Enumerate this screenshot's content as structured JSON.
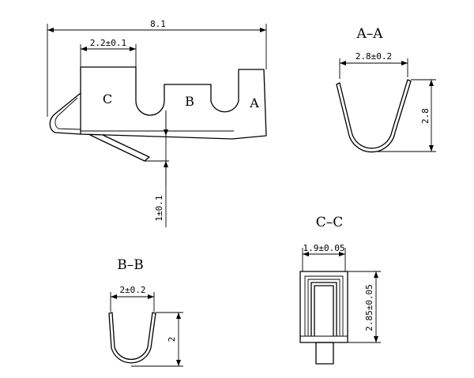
{
  "side_view": {
    "overall_length": "8.1",
    "section_c_width": "2.2±0.1",
    "offset": "1±0.1",
    "label_a": "A",
    "label_b": "B",
    "label_c": "C"
  },
  "section_aa": {
    "title": "A–A",
    "width": "2.8±0.2",
    "height": "2.8"
  },
  "section_bb": {
    "title": "B–B",
    "width": "2±0.2",
    "height": "2"
  },
  "section_cc": {
    "title": "C–C",
    "width": "1.9±0.05",
    "height": "2.85±0.05"
  },
  "colors": {
    "line": "#000000",
    "background": "#ffffff"
  }
}
